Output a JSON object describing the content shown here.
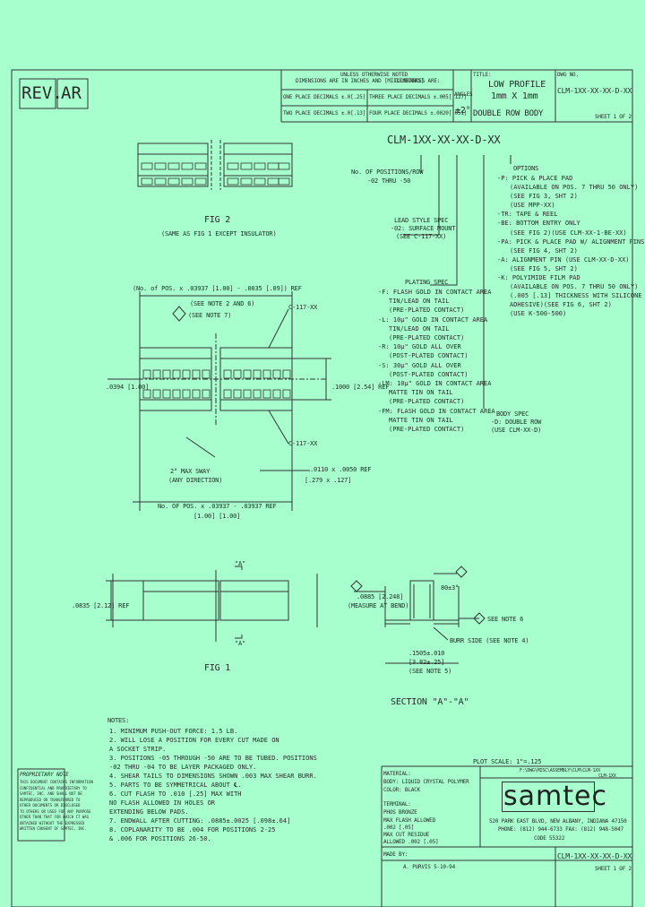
{
  "rev": {
    "label": "REV.",
    "value": "AR"
  },
  "tolerance": {
    "header_1": "UNLESS OTHERWISE NOTED",
    "header_2": "DIMENSIONS ARE IN INCHES AND [MILLIMETERS]",
    "header_3": "TOLERANCES ARE:",
    "one_place": "ONE PLACE DECIMALS ±.0[.25]",
    "two_place": "TWO PLACE DECIMALS ±.0[.13]",
    "three_place": "THREE PLACE DECIMALS ±.005[.127]",
    "four_place": "FOUR PLACE DECIMALS ±.0020[.051]",
    "angles_label": "ANGLES",
    "angles_value": "±2°"
  },
  "title": {
    "label": "TITLE:",
    "line1": "LOW PROFILE",
    "line2": "1mm X 1mm",
    "line3": "DOUBLE ROW BODY",
    "dwg_label": "DWG NO.",
    "dwg_no": "CLM-1XX-XX-XX-D-XX",
    "sheet": "SHEET 1 OF 2"
  },
  "part_code": {
    "code": "CLM-1XX-XX-XX-D-XX",
    "no_of_pos": "No. OF POSITIONS/ROW",
    "pos_range": "-02 THRU -50",
    "lead_style": "LEAD STYLE SPEC",
    "surface_mount": "-02: SURFACE MOUNT",
    "see_clm": "(SEE C-117-XX)",
    "plating_title": "PLATING SPEC",
    "plating": [
      "-F: FLASH GOLD IN CONTACT AREA",
      "TIN/LEAD ON TAIL",
      "(PRE-PLATED CONTACT)",
      "-L: 10µ\" GOLD IN CONTACT AREA",
      "TIN/LEAD ON TAIL",
      "(PRE-PLATED CONTACT)",
      "-R: 10µ\" GOLD ALL OVER",
      "(POST-PLATED CONTACT)",
      "-S: 30µ\" GOLD ALL OVER",
      "(POST-PLATED CONTACT)",
      "-LM: 10µ\" GOLD IN CONTACT AREA",
      "MATTE TIN ON TAIL",
      "(PRE-PLATED CONTACT)",
      "-FM: FLASH GOLD IN CONTACT AREA",
      "MATTE TIN ON TAIL",
      "(PRE-PLATED CONTACT)"
    ],
    "body_spec": "BODY SPEC",
    "double_row": "-D: DOUBLE ROW",
    "see_clm_d": "(USE CLM-XX-D)",
    "options_title": "OPTIONS",
    "options": [
      "-P: PICK & PLACE PAD",
      "(AVAILABLE ON POS. 7 THRU 50 ONLY)",
      "(SEE FIG 3, SHT 2)",
      "(USE MPP-XX)",
      "-TR: TAPE & REEL",
      "-BE: BOTTOM ENTRY ONLY",
      "(SEE FIG 2)(USE CLM-XX-1-BE-XX)",
      "-PA: PICK & PLACE PAD W/ ALIGNMENT PINS",
      "(SEE FIG 4, SHT 2)",
      "-A: ALIGNMENT PIN (USE CLM-XX-D-XX)",
      "(SEE FIG 5, SHT 2)",
      "-K: POLYIMIDE FILM PAD",
      "(AVAILABLE ON POS. 7 THRU 50 ONLY)",
      "(.005 [.13] THICKNESS WITH SILICONE",
      "ADHESIVE)(SEE FIG 6, SHT 2)",
      "(USE K-500-500)"
    ]
  },
  "fig2": {
    "label": "FIG 2",
    "caption": "(SAME AS FIG 1 EXCEPT INSULATOR)"
  },
  "fig1": {
    "label": "FIG 1",
    "dim_top": "(No. of POS. x .03937 [1.00] - .0035 [.09]) REF",
    "note_a": "(SEE NOTE 2 AND 6)",
    "note_b": "(SEE NOTE 7)",
    "ref_c117_top": "C-117-XX",
    "ref_c117_bot": "C-117-XX",
    "dim_left": ".0394 [1.00]",
    "dim_right": ".1000 [2.54] REF",
    "break_away": "2° MAX SWAY",
    "break_dir": "(ANY DIRECTION)",
    "dim_pitch": ".0110 x .0050 REF",
    "dim_pitch_mm": "[.279 x .127]",
    "dim_bottom": "No. OF POS. x .03937 - .03937 REF",
    "dim_bottom_mm": "[1.00]      [1.00]",
    "side_dim": ".0835 [2.12] REF",
    "a_marker_top": "\"A\"",
    "a_marker_bot": "\"A\""
  },
  "section": {
    "title": "SECTION \"A\"-\"A\"",
    "dim_measure": ".0885 [2.248]",
    "measure_at": "(MEASURE AT BEND)",
    "angle": "80±3°",
    "see_note6": "SEE NOTE 6",
    "burr_side": "BURR SIDE (SEE NOTE 4)",
    "dim_bottom": ".1505±.010",
    "dim_bottom_mm": "[3.82±.25]",
    "see_note5": "(SEE NOTE 5)"
  },
  "notes": {
    "title": "NOTES:",
    "items": [
      "1. MINIMUM PUSH-OUT FORCE: 1.5 LB.",
      "2. WILL LOSE A POSITION FOR EVERY CUT MADE ON",
      "   A SOCKET STRIP.",
      "3. POSITIONS -05 THROUGH -50 ARE TO BE TUBED. POSITIONS",
      "   -02 THRU -04 TO BE LAYER PACKAGED ONLY.",
      "4. SHEAR TAILS TO DIMENSIONS SHOWN .003 MAX SHEAR BURR.",
      "5. PARTS TO BE SYMMETRICAL ABOUT ℄.",
      "6. CUT FLASH TO .010 [.25] MAX WITH",
      "   NO FLASH ALLOWED IN HOLES OR",
      "   EXTENDING BELOW PADS.",
      "7. ENDWALL AFTER CUTTING: .0885±.0025 [.098±.64]",
      "8. COPLANARITY TO BE .004 FOR POSITIONS 2-25",
      "   & .006 FOR POSITIONS 26-50."
    ]
  },
  "proprietary": {
    "title": "PROPRIETARY NOTE",
    "lines": [
      "THIS DOCUMENT CONTAINS INFORMATION",
      "CONFIDENTIAL AND PROPRIETARY TO",
      "SAMTEC, INC. AND SHALL NOT BE",
      "REPRODUCED OR TRANSFERRED TO",
      "OTHER DOCUMENTS OR DISCLOSED",
      "TO OTHERS OR USED FOR ANY PURPOSE",
      "OTHER THAN THAT FOR WHICH IT WAS",
      "OBTAINED WITHOUT THE EXPRESSED",
      "WRITTEN CONSENT OF SAMTEC, INC."
    ]
  },
  "title_block": {
    "plot_scale": "PLOT SCALE: 1\"=.125",
    "material": "MATERIAL:",
    "body_mat": "BODY: LIQUID CRYSTAL POLYMER",
    "color": "COLOR: BLACK",
    "terminal": "TERMINAL:",
    "terminal_mat": "PHOS BRONZE",
    "max_flash": "MAX FLASH ALLOWED",
    "max_flash_val": ".002 [.05]",
    "max_cut": "MAX CUT RESIDUE",
    "max_cut_val": "ALLOWED .002 [.05]",
    "file_path": "F:\\DWG\\MISC\\ASSEMBLY\\CLM\\CLM-1XX",
    "file_sub": "CLM-1XX",
    "logo": "samtec",
    "address": "520 PARK EAST BLVD, NEW ALBANY, INDIANA 47150",
    "phone": "PHONE: (812) 944-6733  FAX: (812) 948-5047",
    "code": "CODE 55322",
    "made_by_label": "MADE BY:",
    "made_by": "A. PURVIS  5-10-94",
    "dwg_no": "CLM-1XX-XX-XX-D-XX",
    "sheet": "SHEET 1 OF 2"
  }
}
